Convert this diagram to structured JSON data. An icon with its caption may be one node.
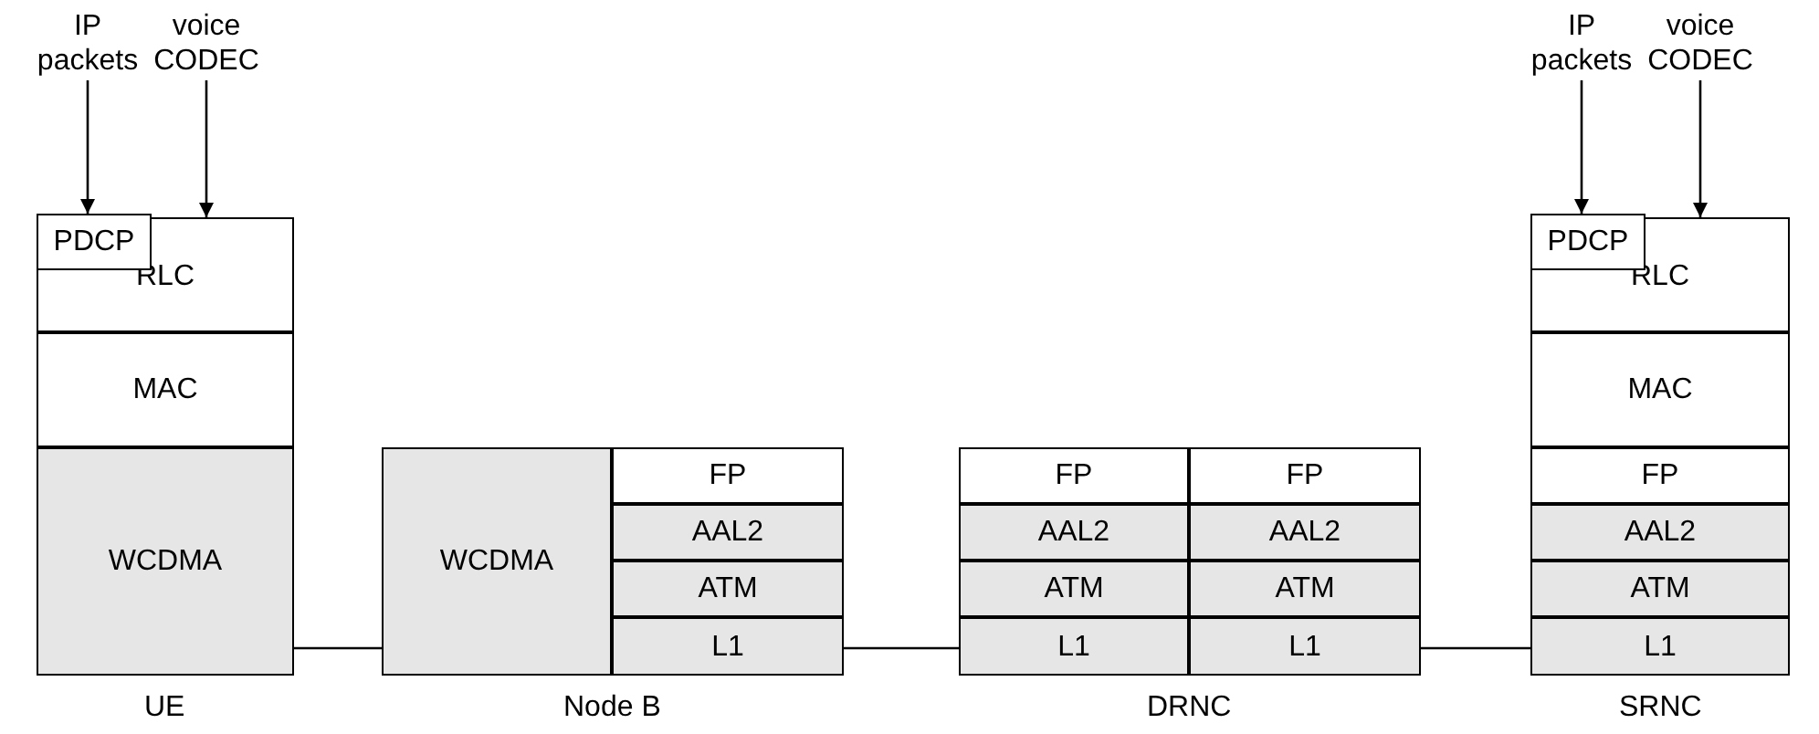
{
  "diagram": {
    "nodes": [
      {
        "text": [
          "IP packets"
        ]
      },
      {
        "text": [
          "voice CODEC"
        ]
      },
      {
        "text": [
          "IP packets"
        ]
      },
      {
        "text": [
          "voice CODEC"
        ]
      },
      {
        "text": [
          "PDCP"
        ],
        "in": 5
      },
      {
        "text": [
          "RLC"
        ]
      },
      {
        "text": [
          "MAC"
        ]
      },
      {
        "text": [
          "WCDMA"
        ]
      },
      {
        "text": [
          "WCDMA"
        ]
      },
      {
        "text": [
          "FP"
        ]
      },
      {
        "text": [
          "AAL2"
        ]
      },
      {
        "text": [
          "ATM"
        ]
      },
      {
        "text": [
          "L1"
        ]
      },
      {
        "text": [
          "FP"
        ]
      },
      {
        "text": [
          "FP"
        ]
      },
      {
        "text": [
          "AAL2"
        ]
      },
      {
        "text": [
          "AAL2"
        ]
      },
      {
        "text": [
          "ATM"
        ]
      },
      {
        "text": [
          "ATM"
        ]
      },
      {
        "text": [
          "L1"
        ]
      },
      {
        "text": [
          "L1"
        ]
      },
      {
        "text": [
          "PDCP"
        ],
        "in": 22
      },
      {
        "text": [
          "RLC"
        ]
      },
      {
        "text": [
          "MAC"
        ]
      },
      {
        "text": [
          "FP"
        ]
      },
      {
        "text": [
          "AAL2"
        ]
      },
      {
        "text": [
          "ATM"
        ]
      },
      {
        "text": [
          "L1"
        ]
      }
    ],
    "edges": [
      {
        "from": 0,
        "to": 4,
        "arrow": "to"
      },
      {
        "from": 1,
        "to": 5,
        "arrow": "to"
      },
      {
        "from": 2,
        "to": 21,
        "arrow": "to"
      },
      {
        "from": 3,
        "to": 22,
        "arrow": "to"
      },
      {
        "from": 7,
        "to": 8,
        "arrow": "none"
      },
      {
        "from": 12,
        "to": 19,
        "arrow": "none"
      },
      {
        "from": 20,
        "to": 27,
        "arrow": "none"
      }
    ],
    "labels": [
      "UE",
      "Node B",
      "DRNC",
      "SRNC"
    ]
  }
}
